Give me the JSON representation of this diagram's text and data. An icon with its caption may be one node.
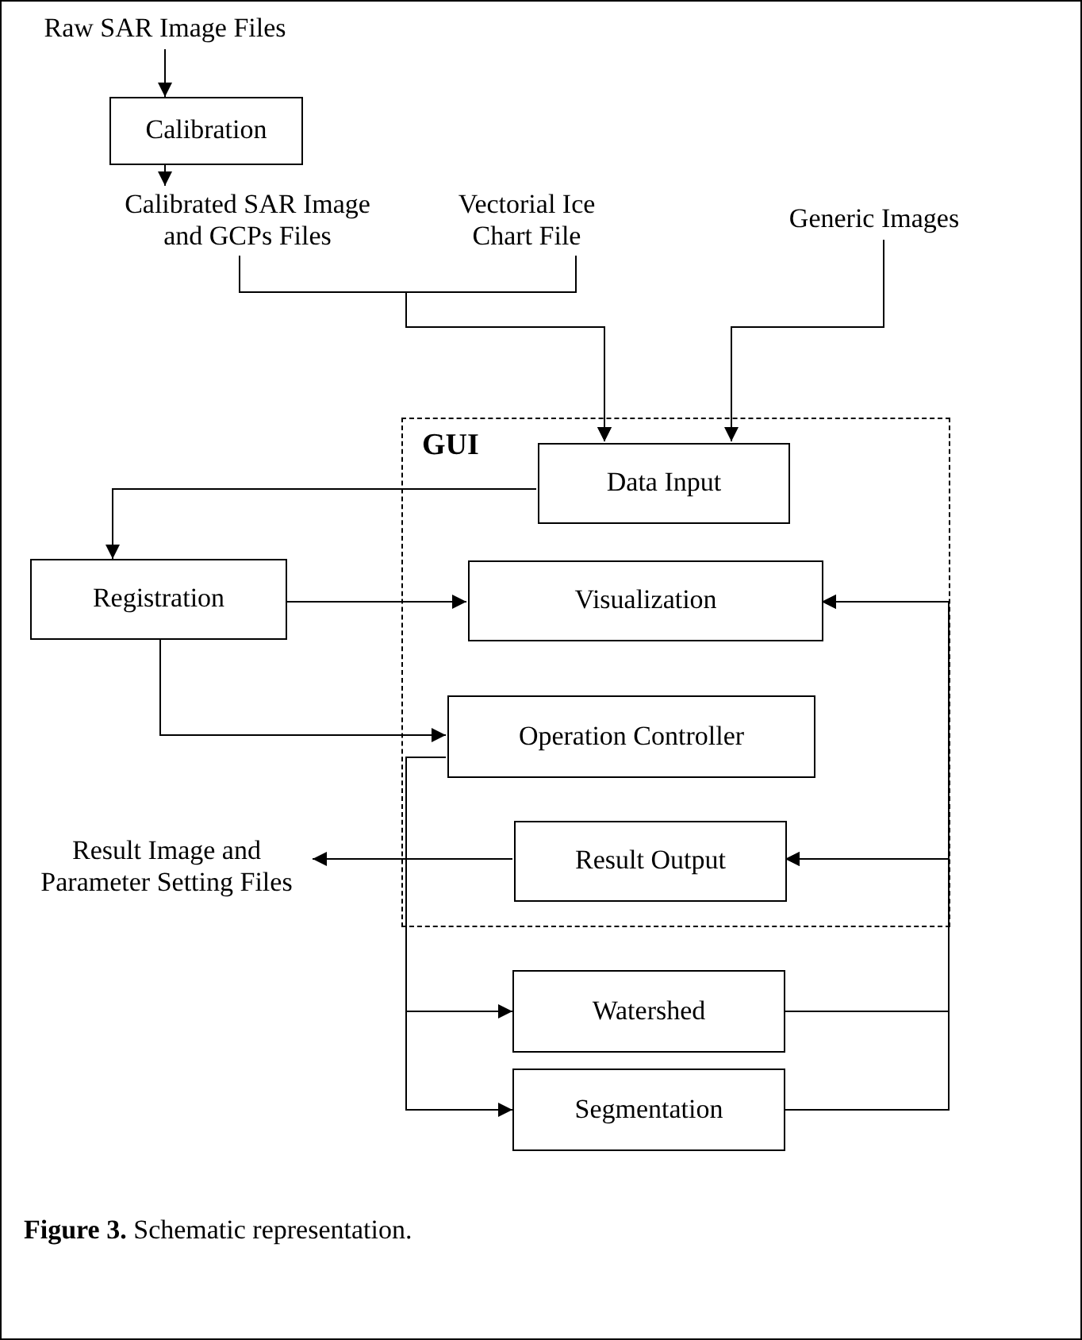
{
  "diagram": {
    "caption": "**Figure 3.** Schematic representation.",
    "nodes": [
      {
        "text": [
          "Raw SAR Image Files"
        ]
      },
      {
        "text": [
          "Calibration"
        ]
      },
      {
        "text": [
          "Calibrated SAR Image and GCPs Files"
        ]
      },
      {
        "text": [
          "Vectorial Ice Chart File"
        ]
      },
      {
        "text": [
          "Generic Images"
        ]
      },
      {
        "text": [
          "GUI"
        ]
      },
      {
        "text": [
          "Data Input"
        ],
        "in": 5
      },
      {
        "text": [
          "Registration"
        ]
      },
      {
        "text": [
          "Visualization"
        ],
        "in": 5
      },
      {
        "text": [
          "Operation Controller"
        ],
        "in": 5
      },
      {
        "text": [
          "Result Image and Parameter Setting Files"
        ]
      },
      {
        "text": [
          "Result Output"
        ],
        "in": 5
      },
      {
        "text": [
          "Watershed"
        ]
      },
      {
        "text": [
          "Segmentation"
        ]
      }
    ],
    "edges": [
      {
        "from": 0,
        "to": 1,
        "arrow": "to"
      },
      {
        "from": 1,
        "to": 2,
        "arrow": "to"
      },
      {
        "from": 2,
        "to": 6,
        "arrow": "to"
      },
      {
        "from": 3,
        "to": 6,
        "arrow": "to"
      },
      {
        "from": 4,
        "to": 6,
        "arrow": "to"
      },
      {
        "from": 6,
        "to": 7,
        "arrow": "to"
      },
      {
        "from": 7,
        "to": 8,
        "arrow": "to"
      },
      {
        "from": 7,
        "to": 9,
        "arrow": "to"
      },
      {
        "from": 9,
        "to": 12,
        "arrow": "to"
      },
      {
        "from": 9,
        "to": 13,
        "arrow": "to"
      },
      {
        "from": 12,
        "to": 8,
        "arrow": "to"
      },
      {
        "from": 12,
        "to": 11,
        "arrow": "to"
      },
      {
        "from": 13,
        "to": 8,
        "arrow": "to"
      },
      {
        "from": 13,
        "to": 11,
        "arrow": "to"
      },
      {
        "from": 11,
        "to": 10,
        "arrow": "to"
      }
    ]
  }
}
